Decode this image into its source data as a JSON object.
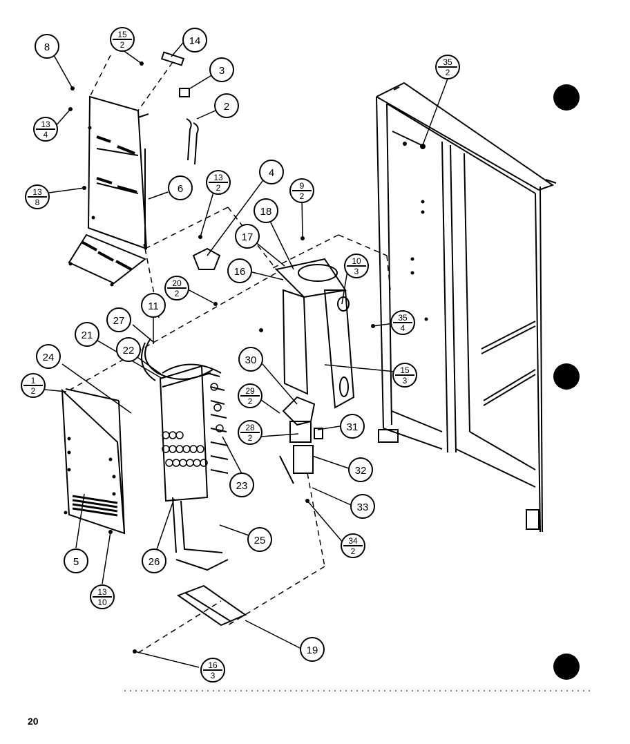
{
  "page_number": "20",
  "callouts": {
    "c2": "2",
    "c3": "3",
    "c4": "4",
    "c5": "5",
    "c6": "6",
    "c8": "8",
    "c11": "11",
    "c14": "14",
    "c16": "16",
    "c17": "17",
    "c18": "18",
    "c19": "19",
    "c21": "21",
    "c22": "22",
    "c23": "23",
    "c24": "24",
    "c25": "25",
    "c26": "26",
    "c27": "27",
    "c30": "30",
    "c31": "31",
    "c32": "32",
    "c33": "33"
  },
  "fraction_callouts": {
    "f15_2": {
      "top": "15",
      "bottom": "2"
    },
    "f35_2": {
      "top": "35",
      "bottom": "2"
    },
    "f13_4": {
      "top": "13",
      "bottom": "4"
    },
    "f13_8": {
      "top": "13",
      "bottom": "8"
    },
    "f13_2": {
      "top": "13",
      "bottom": "2"
    },
    "f9_2": {
      "top": "9",
      "bottom": "2"
    },
    "f10_3": {
      "top": "10",
      "bottom": "3"
    },
    "f20_2": {
      "top": "20",
      "bottom": "2"
    },
    "f35_4": {
      "top": "35",
      "bottom": "4"
    },
    "f15_3": {
      "top": "15",
      "bottom": "3"
    },
    "f1_2": {
      "top": "1",
      "bottom": "2"
    },
    "f29_2": {
      "top": "29",
      "bottom": "2"
    },
    "f28_2": {
      "top": "28",
      "bottom": "2"
    },
    "f34_2": {
      "top": "34",
      "bottom": "2"
    },
    "f13_10": {
      "top": "13",
      "bottom": "10"
    },
    "f16_3": {
      "top": "16",
      "bottom": "3"
    }
  }
}
